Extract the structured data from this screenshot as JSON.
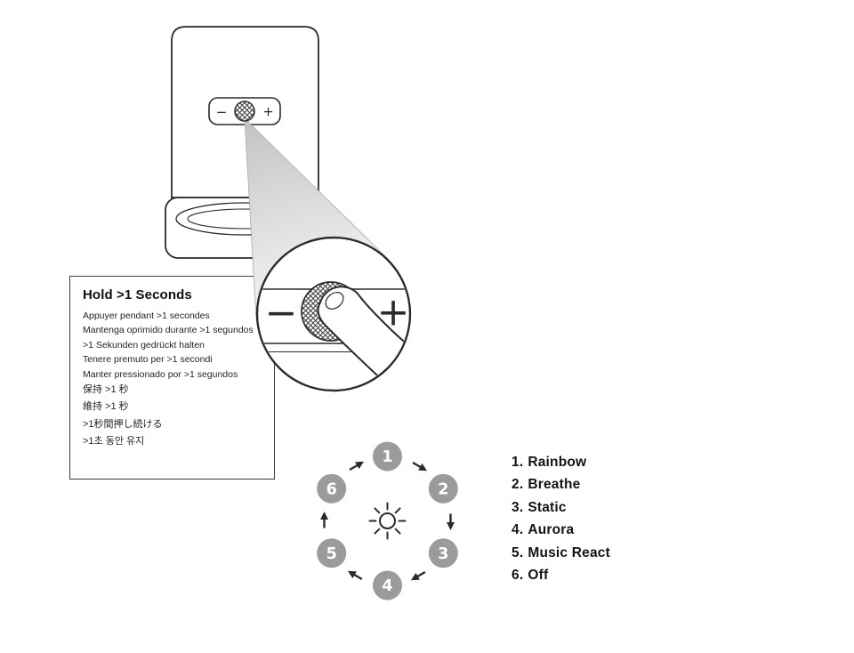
{
  "illustration": {
    "device_button": {
      "minus": "−",
      "plus": "+"
    },
    "zoom_view": {
      "minus": "−",
      "plus": "+"
    },
    "icons": {
      "device": "smart-device-illustration",
      "zoom": "magnified-button-with-finger",
      "center": "brightness-sun-icon"
    }
  },
  "instruction_box": {
    "title": "Hold >1 Seconds",
    "translations": [
      "Appuyer pendant >1 secondes",
      "Mantenga oprimido durante >1 segundos",
      ">1 Sekunden gedrückt halten",
      "Tenere premuto per >1 secondi",
      "Manter pressionado por >1 segundos",
      "保持 >1 秒",
      "維持 >1 秒",
      ">1秒間押し続ける",
      ">1초 동안 유지"
    ]
  },
  "mode_cycle": {
    "steps": [
      "1",
      "2",
      "3",
      "4",
      "5",
      "6"
    ],
    "direction": "clockwise",
    "center_icon": "brightness-sun-icon",
    "circle_color": "#9b9b9b",
    "number_color": "#ffffff",
    "line_color": "#2b2b2b"
  },
  "legend": {
    "items": [
      {
        "number": "1.",
        "label": "Rainbow"
      },
      {
        "number": "2.",
        "label": "Breathe"
      },
      {
        "number": "3.",
        "label": "Static"
      },
      {
        "number": "4.",
        "label": "Aurora"
      },
      {
        "number": "5.",
        "label": "Music React"
      },
      {
        "number": "6.",
        "label": "Off"
      }
    ]
  }
}
